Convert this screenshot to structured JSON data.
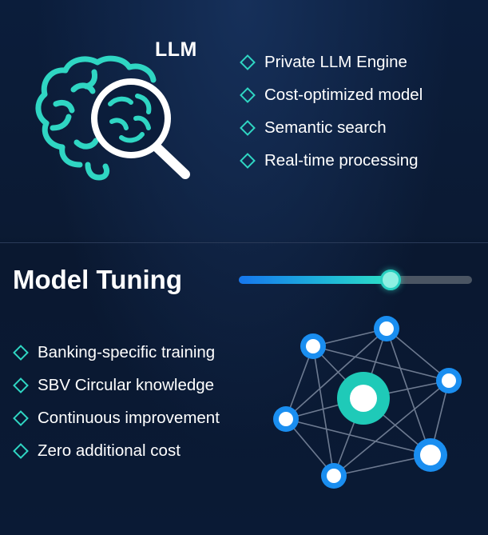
{
  "llm_section": {
    "title": "LLM",
    "icon": "brain-magnifier-icon",
    "features": [
      "Private LLM Engine",
      "Cost-optimized model",
      "Semantic search",
      "Real-time processing"
    ]
  },
  "tuning_section": {
    "title": "Model Tuning",
    "slider_level": 0.65,
    "icon": "neural-network-icon",
    "features": [
      "Banking-specific training",
      "SBV Circular knowledge",
      "Continuous improvement",
      "Zero additional cost"
    ]
  },
  "colors": {
    "background": "#0a1b36",
    "accent_teal": "#2fd6c3",
    "accent_blue": "#1a8ef0",
    "text": "#ffffff",
    "track": "#4b5563"
  }
}
